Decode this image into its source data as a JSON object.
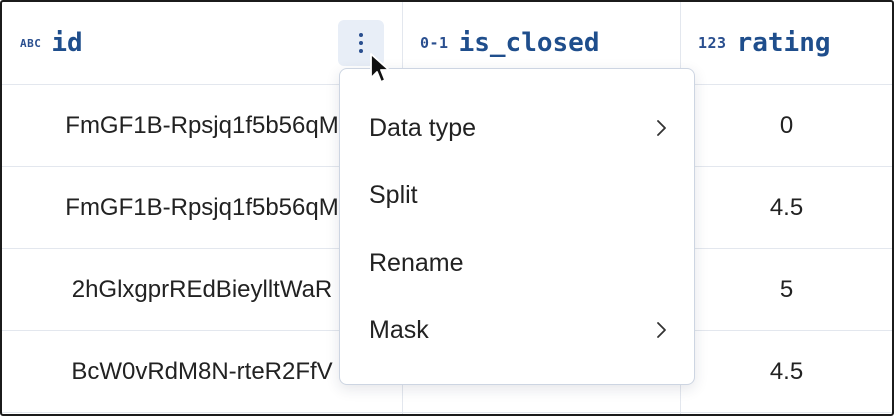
{
  "columns": [
    {
      "type_badge": "ABC",
      "name": "id"
    },
    {
      "type_badge": "0-1",
      "name": "is_closed"
    },
    {
      "type_badge": "123",
      "name": "rating"
    }
  ],
  "rows": [
    {
      "id": "FmGF1B-Rpsjq1f5b56qM",
      "is_closed": "",
      "rating": "0"
    },
    {
      "id": "FmGF1B-Rpsjq1f5b56qM",
      "is_closed": "",
      "rating": "4.5"
    },
    {
      "id": "2hGlxgprREdBieylltWaR",
      "is_closed": "",
      "rating": "5"
    },
    {
      "id": "BcW0vRdM8N-rteR2FfV",
      "is_closed": "",
      "rating": "4.5"
    }
  ],
  "column_menu": {
    "items": [
      {
        "label": "Data type",
        "has_submenu": true
      },
      {
        "label": "Split",
        "has_submenu": false
      },
      {
        "label": "Rename",
        "has_submenu": false
      },
      {
        "label": "Mask",
        "has_submenu": true
      }
    ]
  },
  "icons": {
    "kebab": "more-vertical-icon",
    "submenu": "chevron-right-icon",
    "cursor": "mouse-pointer-icon"
  },
  "colors": {
    "header_text": "#1f4e8c",
    "kebab_bg": "#e8eef7",
    "grid": "#e3e7ee"
  }
}
